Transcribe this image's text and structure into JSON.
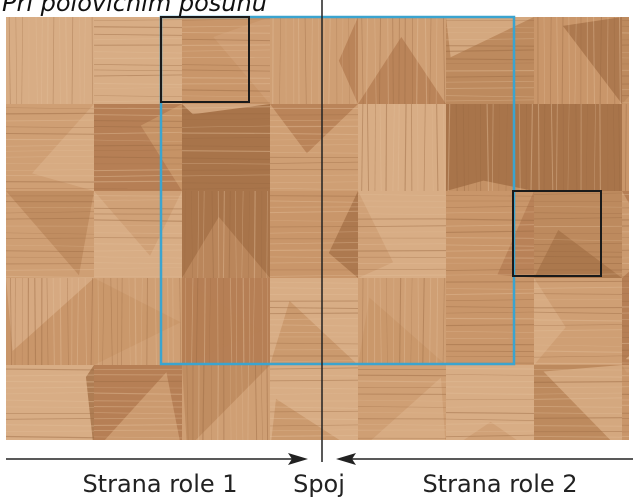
{
  "caption": "Při polovičním posunu",
  "labels": {
    "roll_side_1": "Strana role 1",
    "seam": "Spoj",
    "roll_side_2": "Strana role 2"
  },
  "colors": {
    "wood_base": "#c9966a",
    "wood_dark": "#a8744a",
    "wood_light": "#d8ad85",
    "repeat_outline": "#3ba4cf",
    "tile_outline": "#1a1a1a",
    "seam_line": "#222222"
  }
}
